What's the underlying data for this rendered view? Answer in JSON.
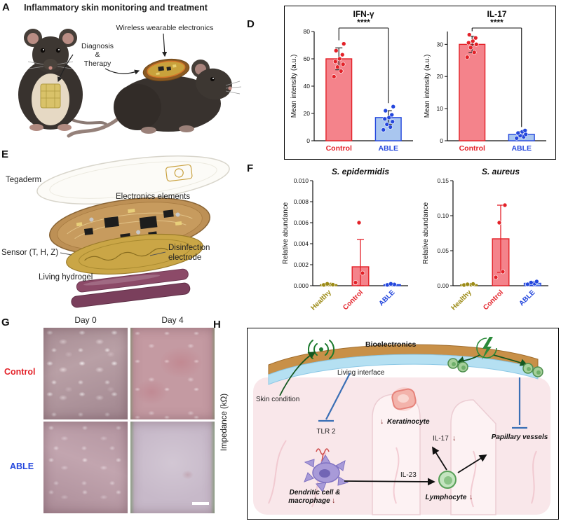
{
  "colors": {
    "control_red": "#e32128",
    "able_blue": "#2447dd",
    "healthy_olive": "#9c8b16",
    "panel_border": "#000000",
    "hydrogel_purple": "#8c4a68",
    "interface_blue": "#b5e0f2",
    "bioelectronics_tan": "#c89048",
    "accent_green": "#2a8a3a"
  },
  "panels": {
    "A": {
      "label": "A",
      "title": "Inflammatory skin monitoring and treatment",
      "wearable_label": "Wireless wearable electronics",
      "diag": [
        "Diagnosis",
        "&",
        "Therapy"
      ]
    },
    "D": {
      "label": "D"
    },
    "E": {
      "label": "E",
      "tegaderm": "Tegaderm",
      "electronics": "Electronics elements",
      "sensor": "Sensor (T, H, Z)",
      "electrode_l1": "Disinfection",
      "electrode_l2": "electrode",
      "hydrogel": "Living hydrogel"
    },
    "F": {
      "label": "F"
    },
    "G": {
      "label": "G",
      "day0": "Day 0",
      "day4": "Day 4",
      "control": "Control",
      "able": "ABLE"
    },
    "H": {
      "label": "H",
      "impedance": "Impedance (kΩ)",
      "bioelectronics": "Bioelectronics",
      "living_interface": "Living interface",
      "skin_condition": "Skin condition",
      "tlr2": "TLR 2",
      "keratinocyte": "Keratinocyte",
      "il17": "IL-17",
      "papillary": "Papillary vessels",
      "dendritic_l1": "Dendritic cell &",
      "dendritic_l2": "macrophage",
      "il23": "IL-23",
      "lymphocyte": "Lymphocyte",
      "down_arrow": "↓"
    }
  },
  "chart_data": [
    {
      "type": "bar",
      "title": "IFN-γ",
      "title_italic": false,
      "sig": "****",
      "ylabel": "Mean intensity (a.u.)",
      "ylim": [
        0,
        80
      ],
      "ytick_vals": [
        0,
        20,
        40,
        60,
        80
      ],
      "ytick_labels": [
        "0",
        "20",
        "40",
        "60",
        "80"
      ],
      "categories": [
        "Control",
        "ABLE"
      ],
      "cat_colors": [
        "#e32128",
        "#2447dd"
      ],
      "bar_fills": [
        "#f4838b",
        "#a9c6ef"
      ],
      "values": [
        60,
        17
      ],
      "errors": [
        8,
        5
      ],
      "err_color": "#333333",
      "points": [
        [
          47,
          51,
          54,
          56,
          58,
          60,
          63,
          66,
          71
        ],
        [
          8,
          10,
          12,
          14,
          16,
          17,
          19,
          22,
          25
        ]
      ],
      "xtick_rotate": 0,
      "grid": false
    },
    {
      "type": "bar",
      "title": "IL-17",
      "title_italic": false,
      "sig": "****",
      "ylabel": "Mean intensity (a.u.)",
      "ylim": [
        0,
        34
      ],
      "ytick_vals": [
        0,
        10,
        20,
        30
      ],
      "ytick_labels": [
        "0",
        "10",
        "20",
        "30"
      ],
      "categories": [
        "Control",
        "ABLE"
      ],
      "cat_colors": [
        "#e32128",
        "#2447dd"
      ],
      "bar_fills": [
        "#f4838b",
        "#a9c6ef"
      ],
      "values": [
        30,
        2
      ],
      "errors": [
        2.5,
        0.9
      ],
      "err_color": "#333333",
      "points": [
        [
          26,
          27.5,
          29,
          30,
          30.5,
          31,
          32,
          33
        ],
        [
          0.8,
          1.2,
          1.6,
          2,
          2.4,
          2.8,
          3.2
        ]
      ],
      "xtick_rotate": 0,
      "grid": false
    },
    {
      "type": "bar",
      "title": "S. epidermidis",
      "title_italic": true,
      "sig": null,
      "ylabel": "Relative abundance",
      "ylim": [
        0,
        0.01
      ],
      "ytick_vals": [
        0,
        0.002,
        0.004,
        0.006,
        0.008,
        0.01
      ],
      "ytick_labels": [
        "0.000",
        "0.002",
        "0.004",
        "0.006",
        "0.008",
        "0.010"
      ],
      "categories": [
        "Healthy",
        "Control",
        "ABLE"
      ],
      "cat_colors": [
        "#9c8b16",
        "#e32128",
        "#2447dd"
      ],
      "bar_fills": [
        "#cfc468",
        "#f4838b",
        "#a9c6ef"
      ],
      "values": [
        0.0001,
        0.0018,
        0.0001
      ],
      "errors": [
        8e-05,
        0.0026,
        8e-05
      ],
      "points": [
        [
          8e-05,
          0.00012,
          0.00018,
          0.0001
        ],
        [
          0.0003,
          0.0012,
          0.006
        ],
        [
          8e-05,
          0.00012,
          0.00018
        ]
      ],
      "xtick_rotate": 45,
      "grid": false
    },
    {
      "type": "bar",
      "title": "S. aureus",
      "title_italic": true,
      "sig": null,
      "ylabel": "Relative abundance",
      "ylim": [
        0,
        0.15
      ],
      "ytick_vals": [
        0,
        0.05,
        0.1,
        0.15
      ],
      "ytick_labels": [
        "0.00",
        "0.05",
        "0.10",
        "0.15"
      ],
      "categories": [
        "Healthy",
        "Control",
        "ABLE"
      ],
      "cat_colors": [
        "#9c8b16",
        "#e32128",
        "#2447dd"
      ],
      "bar_fills": [
        "#cfc468",
        "#f4838b",
        "#a9c6ef"
      ],
      "values": [
        0.0015,
        0.067,
        0.0035
      ],
      "errors": [
        0.001,
        0.048,
        0.0025
      ],
      "points": [
        [
          0.001,
          0.0015,
          0.002,
          0.0025
        ],
        [
          0.012,
          0.02,
          0.09,
          0.115
        ],
        [
          0.002,
          0.003,
          0.0045,
          0.006
        ]
      ],
      "xtick_rotate": 45,
      "grid": false
    }
  ]
}
